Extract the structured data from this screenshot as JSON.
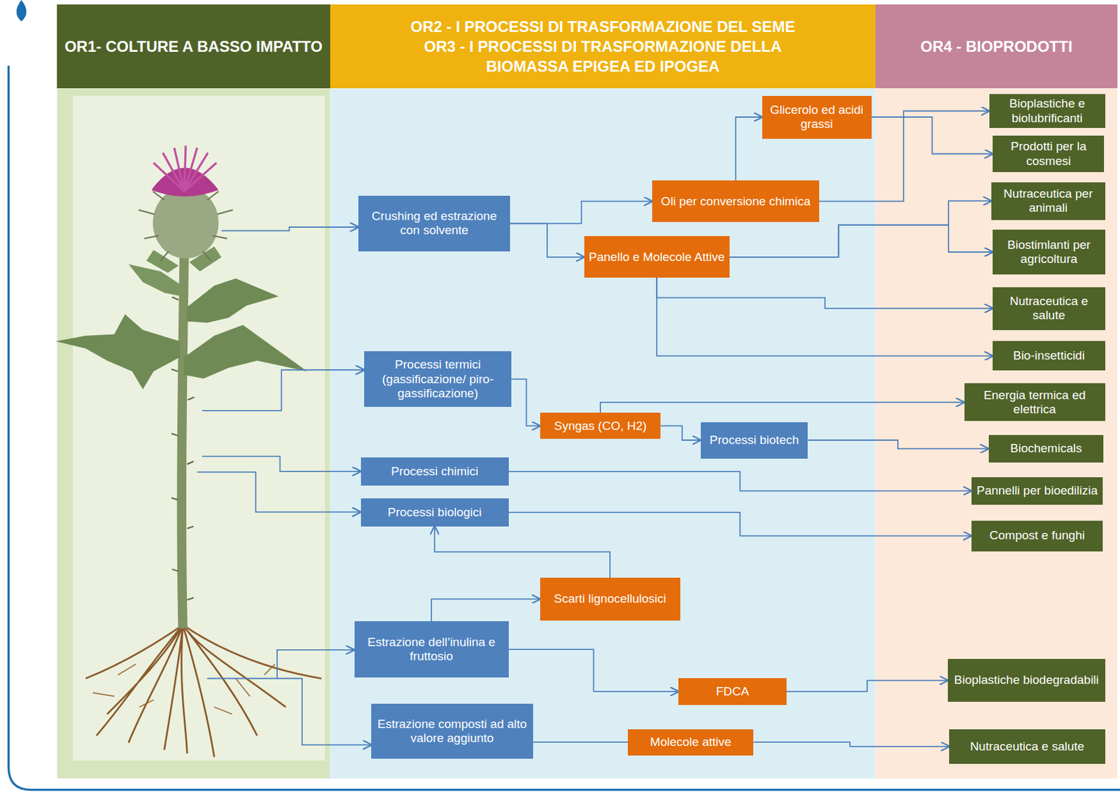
{
  "diagram": {
    "nodes": [
      {
        "text": [
          "OR1- COLTURE A BASSO IMPATTO"
        ]
      },
      {
        "text": [
          "OR2 - I PROCESSI DI TRASFORMAZIONE DEL SEME",
          "OR3 - I PROCESSI DI TRASFORMAZIONE DELLA BIOMASSA EPIGEA ED IPOGEA"
        ]
      },
      {
        "text": [
          "OR4 - BIOPRODOTTI"
        ]
      },
      {
        "text": [
          "Glicerolo ed acidi grassi"
        ]
      },
      {
        "text": [
          "Bioplastiche e biolubrificanti"
        ]
      },
      {
        "text": [
          "Prodotti per la cosmesi"
        ]
      },
      {
        "text": [
          "Oli per conversione chimica"
        ]
      },
      {
        "text": [
          "Nutraceutica per animali"
        ]
      },
      {
        "text": [
          "Crushing ed estrazione con solvente"
        ]
      },
      {
        "text": [
          "Panello e Molecole Attive"
        ]
      },
      {
        "text": [
          "Biostimlanti per agricoltura"
        ]
      },
      {
        "text": [
          "Nutraceutica e salute"
        ]
      },
      {
        "text": [
          "Bio-insetticidi"
        ]
      },
      {
        "text": [
          "Processi termici (gassificazione/ piro-gassificazione)"
        ]
      },
      {
        "text": [
          "Energia termica ed elettrica"
        ]
      },
      {
        "text": [
          "Syngas (CO, H2)"
        ]
      },
      {
        "text": [
          "Processi biotech"
        ]
      },
      {
        "text": [
          "Biochemicals"
        ]
      },
      {
        "text": [
          "Processi chimici"
        ]
      },
      {
        "text": [
          "Pannelli per bioedilizia"
        ]
      },
      {
        "text": [
          "Processi biologici"
        ]
      },
      {
        "text": [
          "Compost e funghi"
        ]
      },
      {
        "text": [
          "Scarti lignocellulosici"
        ]
      },
      {
        "text": [
          "Estrazione dell’inulina e fruttosio"
        ]
      },
      {
        "text": [
          "Bioplastiche biodegradabili"
        ]
      },
      {
        "text": [
          "FDCA"
        ]
      },
      {
        "text": [
          "Estrazione composti ad alto valore aggiunto"
        ]
      },
      {
        "text": [
          "Molecole attive"
        ]
      },
      {
        "text": [
          "Nutraceutica e salute"
        ]
      }
    ],
    "edges": [
      {
        "from": 8,
        "to": 6,
        "arrow": "to"
      },
      {
        "from": 8,
        "to": 9,
        "arrow": "to"
      },
      {
        "from": 6,
        "to": 3,
        "arrow": "to"
      },
      {
        "from": 6,
        "to": 4,
        "arrow": "to"
      },
      {
        "from": 3,
        "to": 5,
        "arrow": "to"
      },
      {
        "from": 9,
        "to": 7,
        "arrow": "to"
      },
      {
        "from": 9,
        "to": 10,
        "arrow": "to"
      },
      {
        "from": 9,
        "to": 11,
        "arrow": "to"
      },
      {
        "from": 9,
        "to": 12,
        "arrow": "to"
      },
      {
        "from": 13,
        "to": 15,
        "arrow": "to"
      },
      {
        "from": 15,
        "to": 14,
        "arrow": "to"
      },
      {
        "from": 15,
        "to": 16,
        "arrow": "to"
      },
      {
        "from": 16,
        "to": 17,
        "arrow": "to"
      },
      {
        "from": 18,
        "to": 19,
        "arrow": "to"
      },
      {
        "from": 20,
        "to": 21,
        "arrow": "to"
      },
      {
        "from": 22,
        "to": 20,
        "arrow": "to"
      },
      {
        "from": 23,
        "to": 22,
        "arrow": "to"
      },
      {
        "from": 23,
        "to": 25,
        "arrow": "to"
      },
      {
        "from": 25,
        "to": 24,
        "arrow": "to"
      },
      {
        "from": 26,
        "to": 27,
        "arrow": "none"
      },
      {
        "from": 27,
        "to": 28,
        "arrow": "to"
      }
    ]
  }
}
